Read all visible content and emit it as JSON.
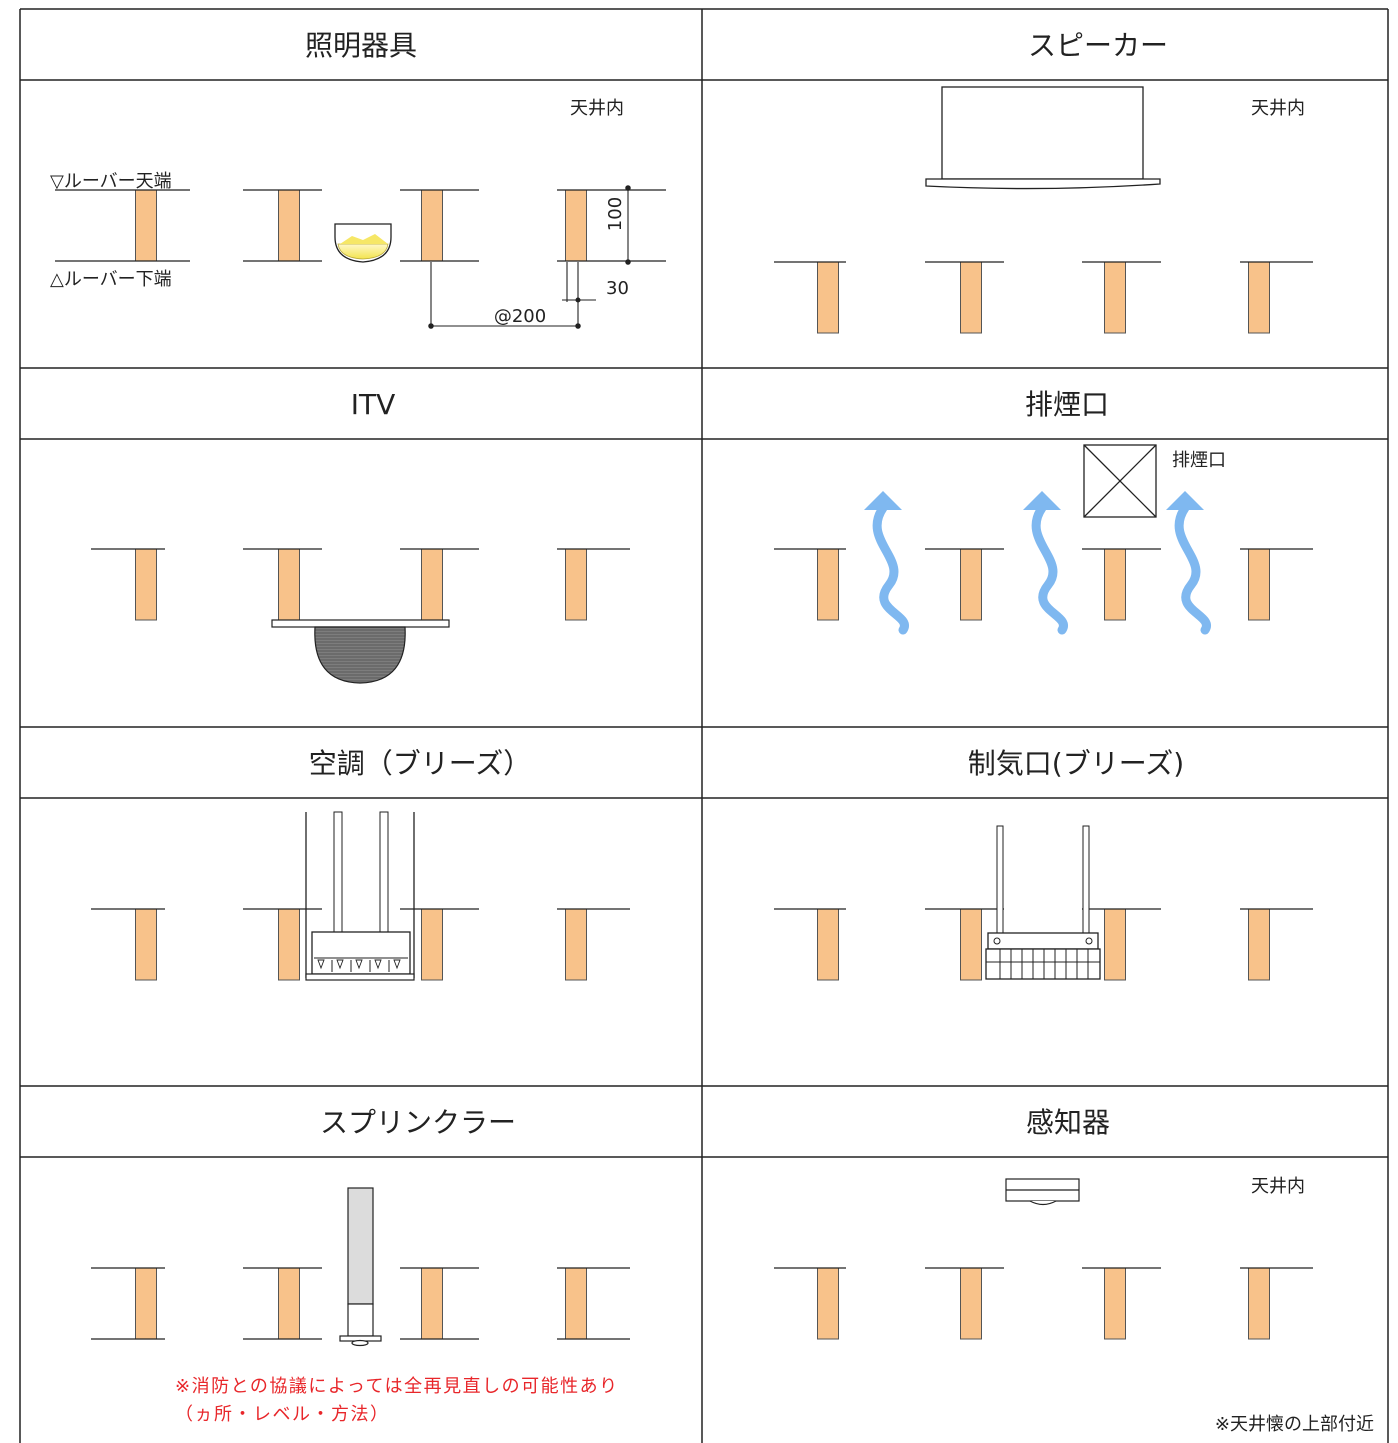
{
  "cells": {
    "lighting": {
      "title": "照明器具",
      "ceiling_label": "天井内",
      "louver_top_label": "▽ルーバー天端",
      "louver_bottom_label": "△ルーバー下端",
      "dim_height": "100",
      "dim_offset": "30",
      "dim_pitch": "@200"
    },
    "speaker": {
      "title": "スピーカー",
      "ceiling_label": "天井内"
    },
    "itv": {
      "title": "ITV"
    },
    "smoke_vent": {
      "title": "排煙口",
      "vent_label": "排煙口"
    },
    "hvac_breeze": {
      "title": "空調（ブリーズ）"
    },
    "damper_breeze": {
      "title": "制気口(ブリーズ)"
    },
    "sprinkler": {
      "title": "スプリンクラー",
      "note_line1": "※消防との協議によっては全再見直しの可能性あり",
      "note_line2": "（ヵ所・レベル・方法）"
    },
    "detector": {
      "title": "感知器",
      "ceiling_label": "天井内",
      "footnote": "※天井懐の上部付近"
    }
  },
  "colors": {
    "louver_fill": "#f8c28a",
    "grid_line": "#222222",
    "light_glow": "#f7ef7a",
    "camera_dome": "#6e6e6e",
    "airflow_arrow": "#7fb8f0",
    "note_red": "#e8262a"
  }
}
